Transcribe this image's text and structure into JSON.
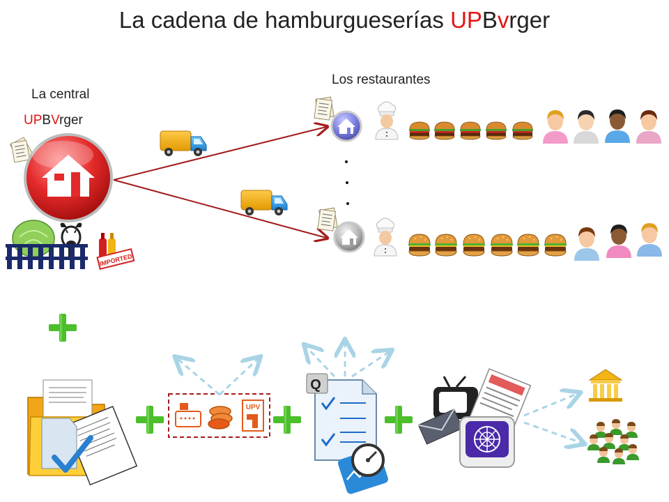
{
  "title": {
    "main": "La cadena de hamburgueserías",
    "brand_red_1": "UP",
    "brand_dark": "B",
    "brand_red_2": "v",
    "brand_rest": "rger"
  },
  "central": {
    "label": "La central",
    "brand_red_1": "UP",
    "brand_dark": "B",
    "brand_red_2": "V",
    "brand_rest": "rger"
  },
  "restaurants_label": "Los restaurantes",
  "ellipsis": "...",
  "imported_stamp": "IMPORTED",
  "upv_logo": "UPV",
  "quality_badge": "Q",
  "colors": {
    "accent_red": "#e31414",
    "arrow": "#a41b1b",
    "plus": "#4cbf2c",
    "dashed": "#a9d4e6"
  },
  "icons": [
    "document-icon",
    "truck-icon",
    "house-icon",
    "chef-icon",
    "burger-icon",
    "customer-icon",
    "lettuce-icon",
    "cow-icon",
    "fence-icon",
    "sauce-bottles-icon",
    "plus-icon",
    "folder-documents-icon",
    "cash-register-icon",
    "coins-icon",
    "checklist-icon",
    "gauge-icon",
    "tv-icon",
    "newspaper-icon",
    "envelope-icon",
    "web-icon",
    "bank-icon",
    "people-group-icon"
  ]
}
